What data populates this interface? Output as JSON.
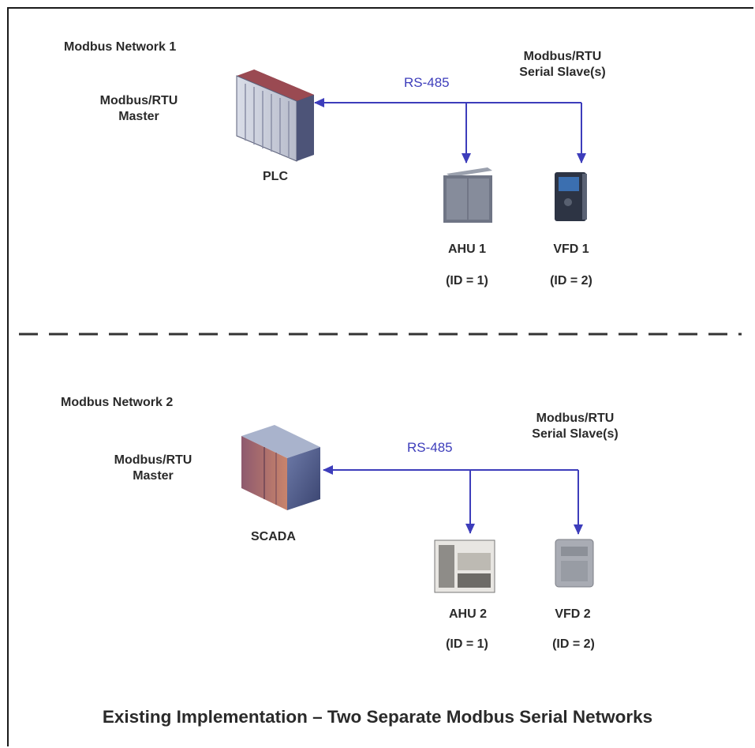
{
  "colors": {
    "link": "#3d3dbb",
    "text": "#2a2a2a",
    "divider": "#333333"
  },
  "networks": [
    {
      "title": "Modbus Network 1",
      "master": {
        "role": "Modbus/RTU\nMaster",
        "device": "PLC"
      },
      "link_label": "RS-485",
      "slaves_label": "Modbus/RTU\nSerial Slave(s)",
      "slaves": [
        {
          "name": "AHU 1",
          "id": "(ID = 1)",
          "icon": "ahu-cabinet-icon"
        },
        {
          "name": "VFD 1",
          "id": "(ID = 2)",
          "icon": "vfd-drive-icon"
        }
      ]
    },
    {
      "title": "Modbus Network 2",
      "master": {
        "role": "Modbus/RTU\nMaster",
        "device": "SCADA"
      },
      "link_label": "RS-485",
      "slaves_label": "Modbus/RTU\nSerial Slave(s)",
      "slaves": [
        {
          "name": "AHU 2",
          "id": "(ID = 1)",
          "icon": "ahu-unit-icon"
        },
        {
          "name": "VFD 2",
          "id": "(ID = 2)",
          "icon": "vfd-box-icon"
        }
      ]
    }
  ],
  "caption": "Existing Implementation – Two Separate Modbus Serial Networks"
}
